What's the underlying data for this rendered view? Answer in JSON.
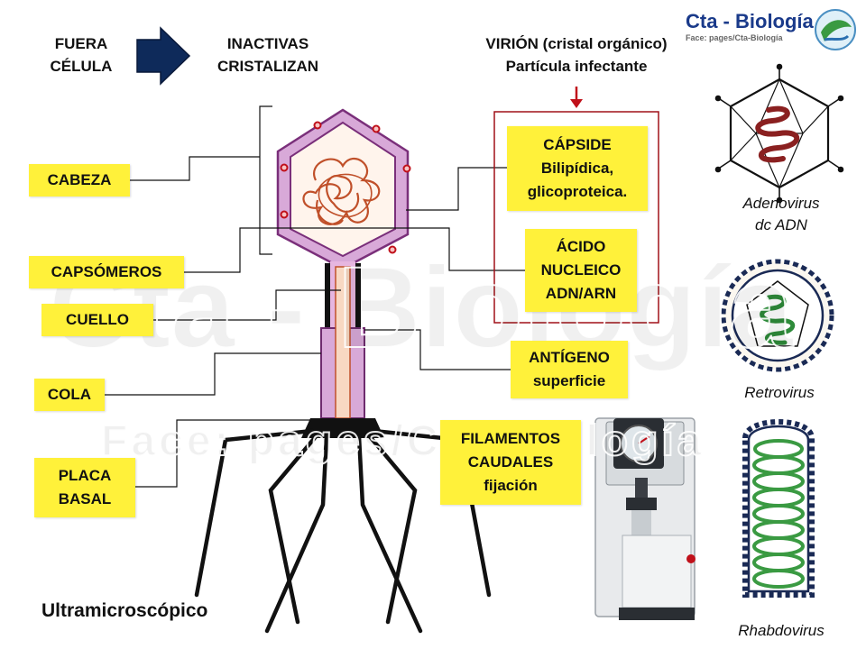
{
  "header": {
    "outside_cell_line1": "FUERA",
    "outside_cell_line2": "CÉLULA",
    "inactive_line1": "INACTIVAS",
    "inactive_line2": "CRISTALIZAN",
    "virion_line1": "VIRIÓN (cristal orgánico)",
    "virion_line2": "Partícula infectante"
  },
  "logo": {
    "title": "Cta - Biología",
    "subtitle": "Face:    pages/Cta-Biología"
  },
  "left_labels": {
    "head": "CABEZA",
    "capsomeres": "CAPSÓMEROS",
    "neck": "CUELLO",
    "tail": "COLA",
    "baseplate_line1": "PLACA",
    "baseplate_line2": "BASAL"
  },
  "right_labels": {
    "capsid_line1": "CÁPSIDE",
    "capsid_line2": "Bilipídica,",
    "capsid_line3": "glicoproteica.",
    "nucleic_line1": "ÁCIDO",
    "nucleic_line2": "NUCLEICO",
    "nucleic_line3": "ADN/ARN",
    "antigen_line1": "ANTÍGENO",
    "antigen_line2": "superficie",
    "filaments_line1": "FILAMENTOS",
    "filaments_line2": "CAUDALES",
    "filaments_line3": "fijación"
  },
  "virus_captions": {
    "adenovirus_line1": "Adenovirus",
    "adenovirus_line2": "dc ADN",
    "retrovirus": "Retrovirus",
    "rhabdovirus": "Rhabdovirus"
  },
  "footer": {
    "scale": "Ultramicroscópico"
  },
  "watermark": {
    "big": "Cta - Biología",
    "small": "Face:   pages/Cta-Biología"
  },
  "colors": {
    "label_bg": "#fff13a",
    "capsid_fill": "#d8a9d8",
    "capsid_stroke": "#8a3a8a",
    "dna_color": "#c0502a",
    "arrow_navy": "#0e2a5a",
    "red_marker": "#c0101a",
    "green_dna": "#2e8b3a"
  }
}
